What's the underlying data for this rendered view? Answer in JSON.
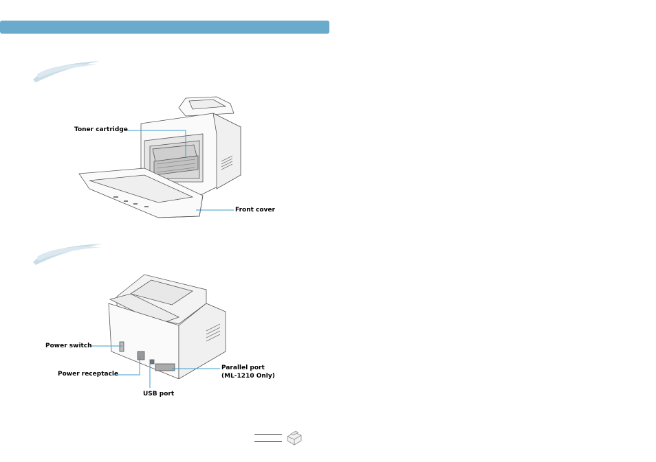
{
  "front_view": {
    "labels": {
      "toner_cartridge": "Toner cartridge",
      "front_cover": "Front cover"
    }
  },
  "rear_view": {
    "labels": {
      "power_switch": "Power switch",
      "power_receptacle": "Power receptacle",
      "usb_port": "USB port",
      "parallel_port_line1": "Parallel port",
      "parallel_port_line2": "(ML-1210 Only)"
    }
  },
  "colors": {
    "header_bar": "#6aaacb",
    "callout_line": "#3a9ccc",
    "brush": "#c9dde8"
  },
  "icons": [
    "printer-thumbnail-icon"
  ]
}
